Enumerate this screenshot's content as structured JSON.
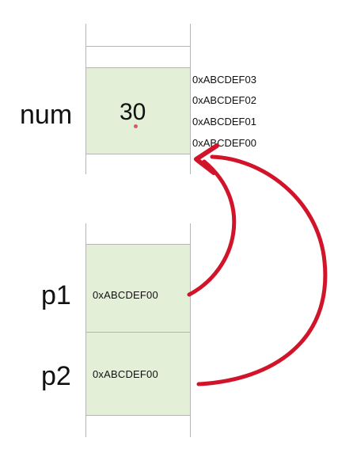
{
  "memory_top": {
    "variable_label": "num",
    "value": "30",
    "addresses": [
      "0xABCDEF03",
      "0xABCDEF02",
      "0xABCDEF01",
      "0xABCDEF00"
    ]
  },
  "memory_bottom": {
    "cells": [
      {
        "variable_label": "p1",
        "value": "0xABCDEF00"
      },
      {
        "variable_label": "p2",
        "value": "0xABCDEF00"
      }
    ]
  },
  "colors": {
    "cell_fill": "#e3efd6",
    "arrow": "#d2142a",
    "cursor_dot": "#e8506a"
  }
}
